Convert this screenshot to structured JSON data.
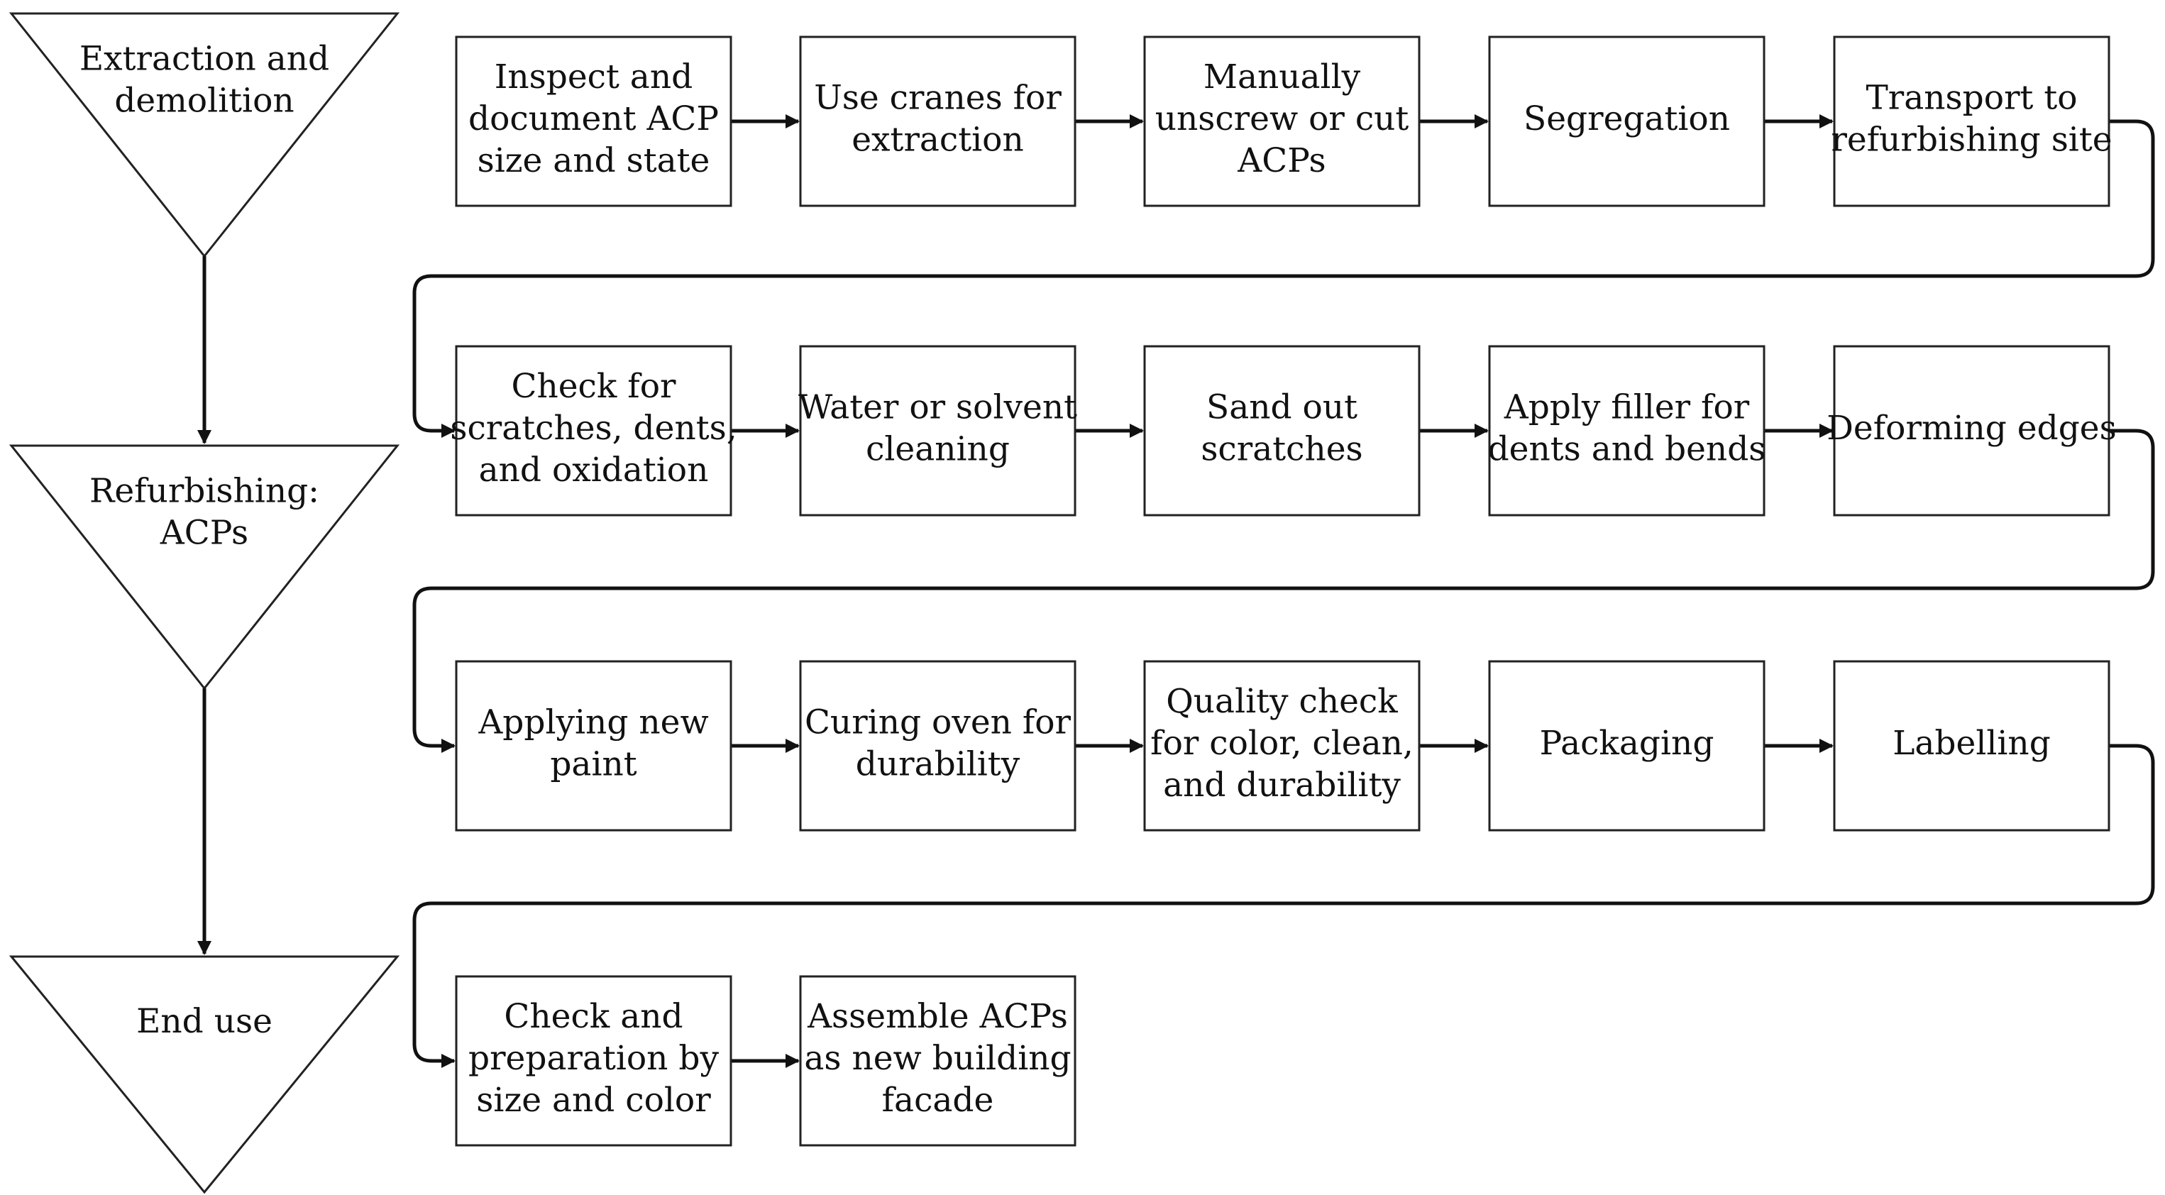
{
  "phases": [
    {
      "id": "extraction",
      "lines": [
        "Extraction and",
        "demolition"
      ]
    },
    {
      "id": "refurbishing",
      "lines": [
        "Refurbishing:",
        "ACPs"
      ]
    },
    {
      "id": "end-use",
      "lines": [
        "End use"
      ]
    }
  ],
  "rows": [
    [
      {
        "lines": [
          "Inspect and",
          "document ACP",
          "size and state"
        ]
      },
      {
        "lines": [
          "Use cranes for",
          "extraction"
        ]
      },
      {
        "lines": [
          "Manually",
          "unscrew or cut",
          "ACPs"
        ]
      },
      {
        "lines": [
          "Segregation"
        ]
      },
      {
        "lines": [
          "Transport to",
          "refurbishing site"
        ]
      }
    ],
    [
      {
        "lines": [
          "Check for",
          "scratches, dents,",
          "and oxidation"
        ]
      },
      {
        "lines": [
          "Water or solvent",
          "cleaning"
        ]
      },
      {
        "lines": [
          "Sand out",
          "scratches"
        ]
      },
      {
        "lines": [
          "Apply filler for",
          "dents and bends"
        ]
      },
      {
        "lines": [
          "Deforming edges"
        ]
      }
    ],
    [
      {
        "lines": [
          "Applying new",
          "paint"
        ]
      },
      {
        "lines": [
          "Curing oven for",
          "durability"
        ]
      },
      {
        "lines": [
          "Quality check",
          "for color, clean,",
          "and durability"
        ]
      },
      {
        "lines": [
          "Packaging"
        ]
      },
      {
        "lines": [
          "Labelling"
        ]
      }
    ],
    [
      {
        "lines": [
          "Check and",
          "preparation by",
          "size and color"
        ]
      },
      {
        "lines": [
          "Assemble ACPs",
          "as new building",
          "facade"
        ]
      }
    ]
  ]
}
